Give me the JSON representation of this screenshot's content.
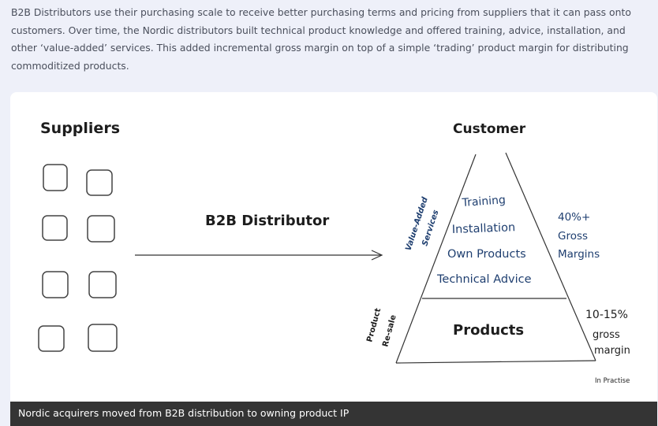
{
  "intro_text": "B2B Distributors use their purchasing scale to receive better purchasing terms and pricing from suppliers that it can pass onto customers. Over time, the Nordic distributors built technical product knowledge and offered training, advice, installation, and other ‘value-added’ services. This added incremental gross margin on top of a simple ‘trading’ product margin for distributing commoditized products.",
  "diagram": {
    "suppliers_label": "Suppliers",
    "customer_label": "Customer",
    "distributor_label": "B2B Distributor",
    "value_added_label_line1": "Value-Added",
    "value_added_label_line2": "Services",
    "product_resale_label_line1": "Product",
    "product_resale_label_line2": "Re-sale",
    "services": [
      "Training",
      "Installation",
      "Own Products",
      "Technical Advice"
    ],
    "products_label": "Products",
    "services_margin": [
      "40%+",
      "Gross",
      "Margins"
    ],
    "products_margin": [
      "10-15%",
      "gross",
      "margin"
    ],
    "in_practise_note": "In Practise"
  },
  "caption": "Nordic acquirers moved from B2B distribution to owning product IP"
}
